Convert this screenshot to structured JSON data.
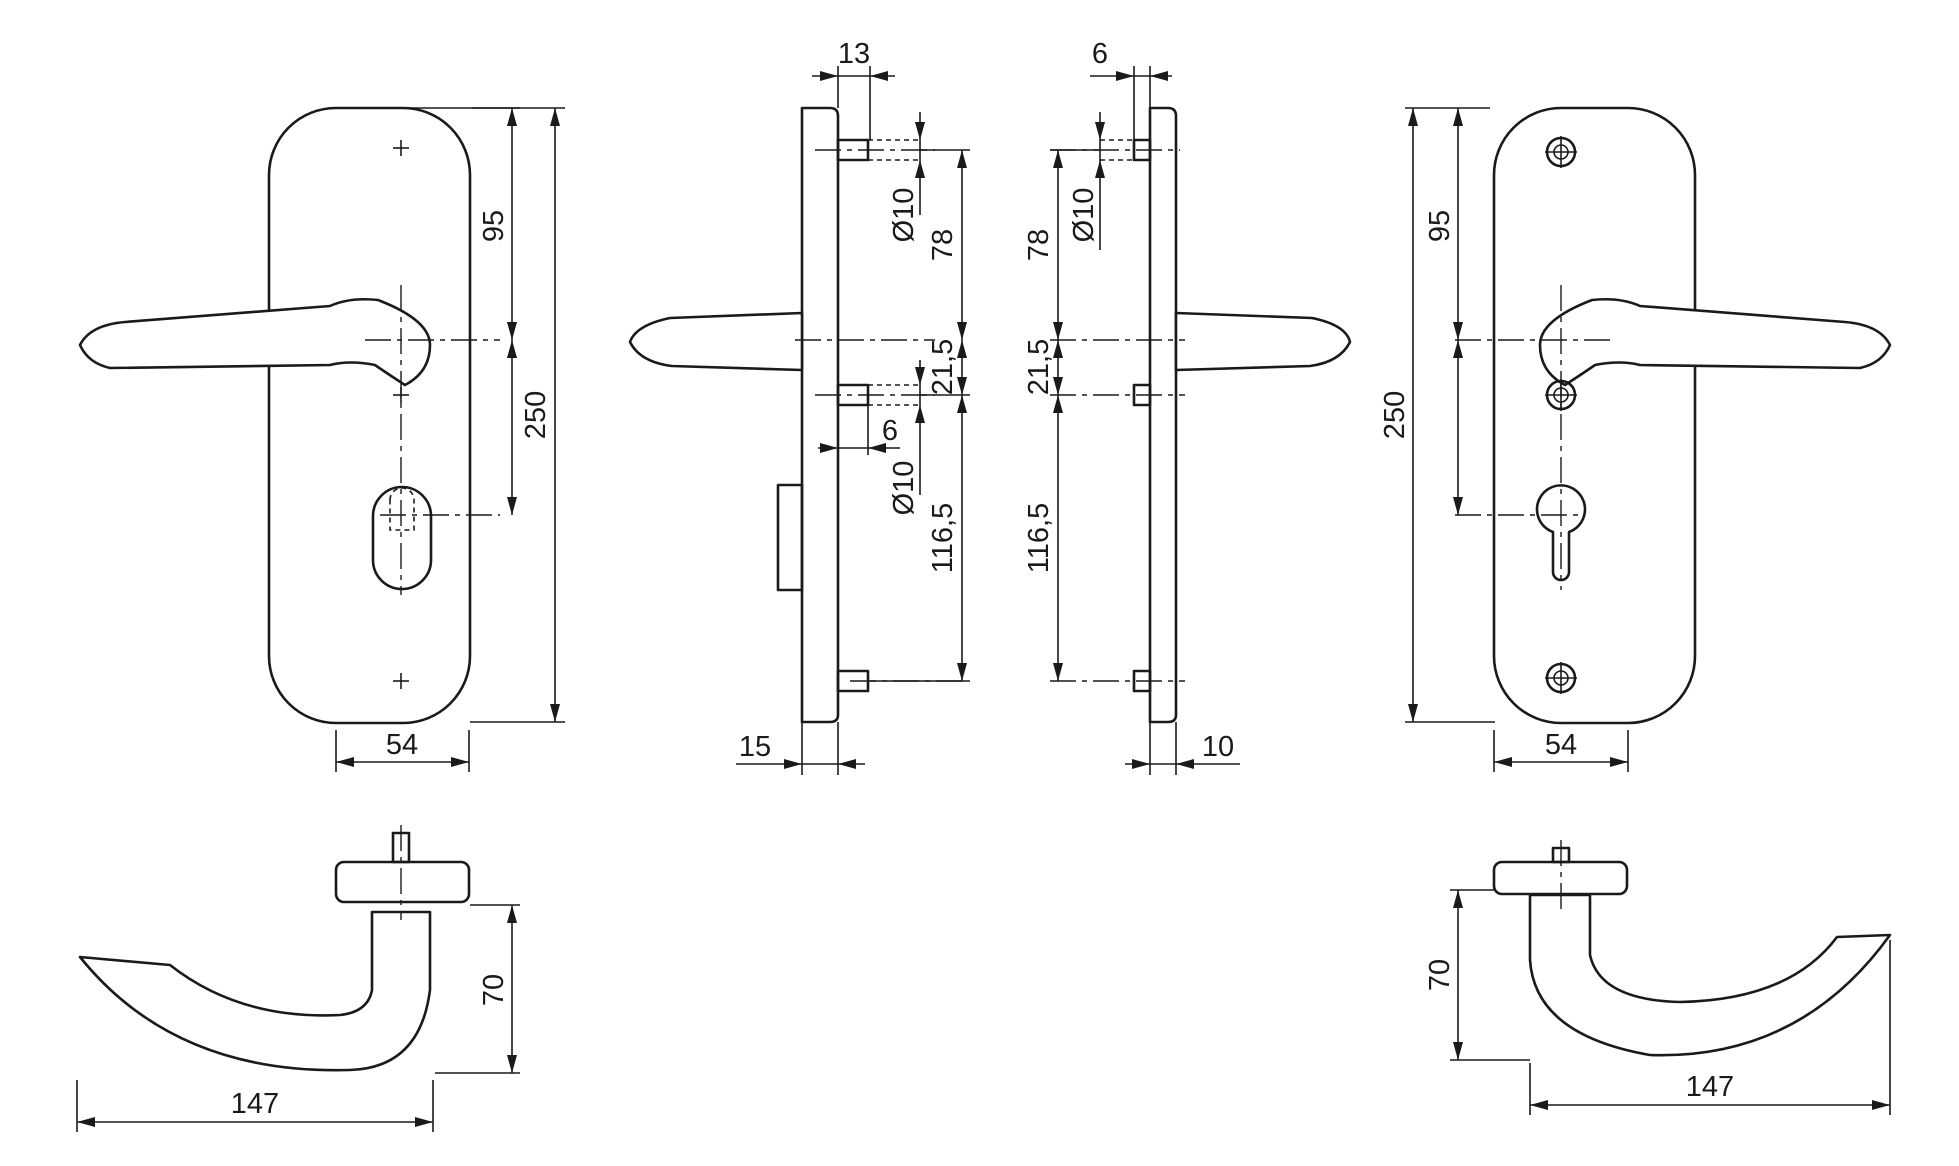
{
  "views": {
    "front_left": {
      "width_label": "54",
      "upper_label": "95",
      "height_label": "250"
    },
    "side_left": {
      "rose_depth_label": "13",
      "pin_diameter_top_label": "Ø10",
      "upper_label": "78",
      "middle_label": "21,5",
      "pin_length_label": "6",
      "pin_diameter_bottom_label": "Ø10",
      "lower_label": "116,5",
      "plate_thickness_label": "15"
    },
    "side_right": {
      "pin_length_label": "6",
      "pin_diameter_label": "Ø10",
      "upper_label": "78",
      "middle_label": "21,5",
      "lower_label": "116,5",
      "plate_thickness_label": "10"
    },
    "front_right": {
      "upper_label": "95",
      "height_label": "250",
      "width_label": "54"
    },
    "top_left": {
      "projection_label": "70",
      "length_label": "147"
    },
    "top_right": {
      "projection_label": "70",
      "length_label": "147"
    }
  }
}
